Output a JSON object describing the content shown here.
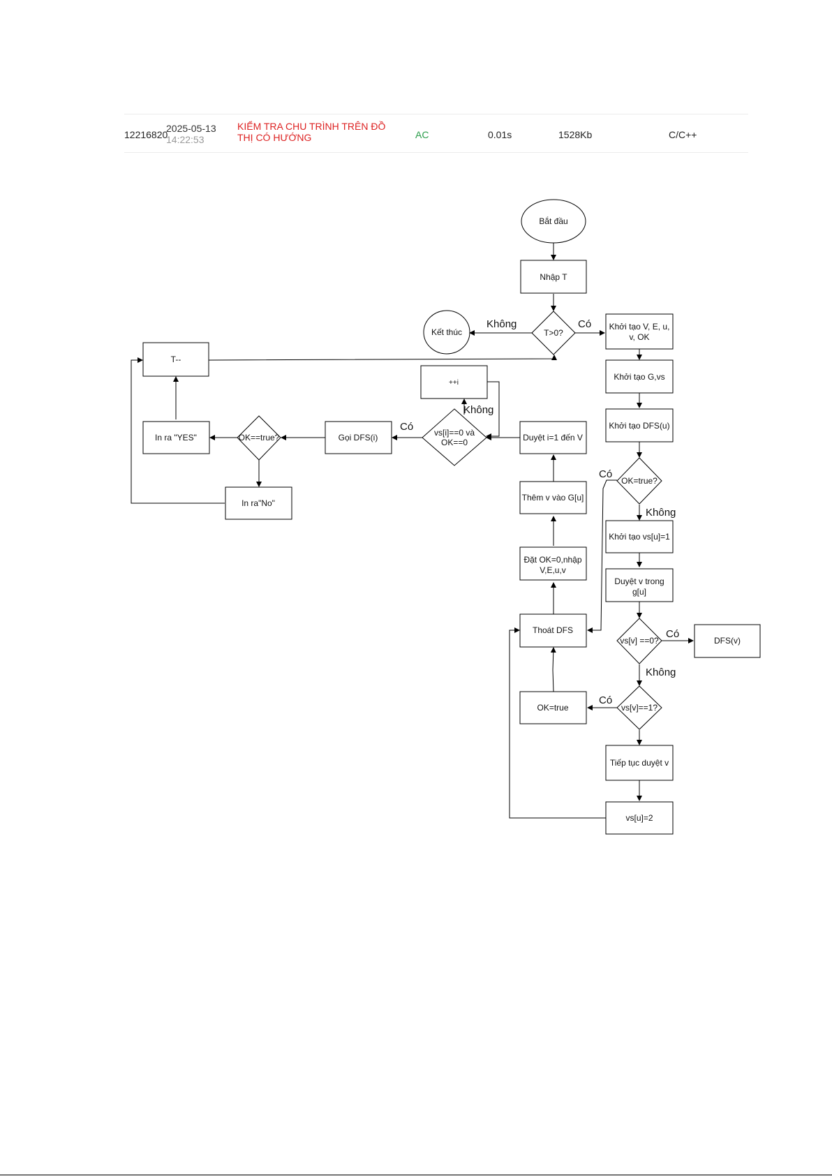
{
  "submission": {
    "id": "12216820",
    "date": "2025-05-13",
    "time": "14:22:53",
    "problem_line1": "KIỂM TRA CHU TRÌNH TRÊN ĐỒ",
    "problem_line2": "THỊ CÓ HƯỚNG",
    "status": "AC",
    "time_used": "0.01s",
    "memory": "1528Kb",
    "language": "C/C++",
    "status_color": "#2a9d4a",
    "problem_color": "#dd2222"
  },
  "flowchart": {
    "nodes": {
      "start": "Bắt đầu",
      "input_t": "Nhập T",
      "cond_t": "T>0?",
      "end": "Kết thúc",
      "init_vars_1": "Khởi tạo V, E, u,",
      "init_vars_2": "v, OK",
      "init_g": "Khởi tạo G,vs",
      "init_dfs": "Khởi tạo DFS(u)",
      "cond_ok": "OK=true?",
      "init_vs": "Khởi tạo vs[u]=1",
      "iterate_v_1": "Duyệt v trong",
      "iterate_v_2": "g[u]",
      "cond_vs0": "vs[v] ==0?",
      "dfs_v": "DFS(v)",
      "cond_vs1": "vs[v]==1?",
      "ok_true": "OK=true",
      "continue_v": "Tiếp tục duyệt v",
      "vs_u2": "vs[u]=2",
      "exit_dfs": "Thoát DFS",
      "set_ok_1": "Đặt OK=0,nhập",
      "set_ok_2": "V,E,u,v",
      "add_v": "Thêm v vào G[u]",
      "loop_i": "Duyệt i=1 đến V",
      "cond_i_1": "vs[i]==0 và",
      "cond_i_2": "OK==0",
      "inc_i": "++i",
      "call_dfs": "Gọi DFS(i)",
      "cond_ok2": "OK==true?",
      "print_yes": "In ra \"YES\"",
      "print_no": "In ra\"No\"",
      "dec_t": "T--"
    },
    "edges": {
      "no_t": "Không",
      "yes_t": "Có",
      "yes_ok": "Có",
      "no_ok": "Không",
      "yes_vs0": "Có",
      "no_vs0": "Không",
      "yes_vs1": "Có",
      "no_cond_i": "Không",
      "yes_cond_i": "Có"
    }
  }
}
